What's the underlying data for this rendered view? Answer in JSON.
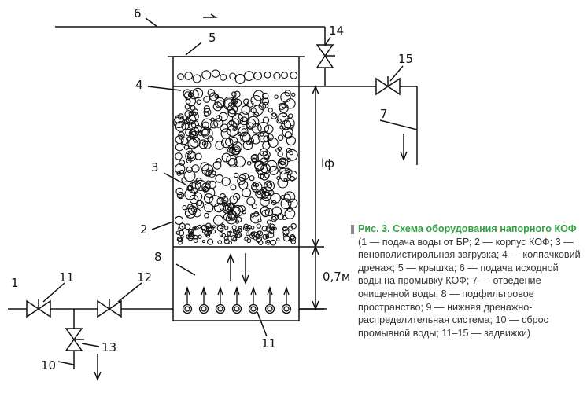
{
  "labels": {
    "n1": "1",
    "n2": "2",
    "n3": "3",
    "n4": "4",
    "n5": "5",
    "n6": "6",
    "n7": "7",
    "n8": "8",
    "n10": "10",
    "n11a": "11",
    "n11b": "11",
    "n12": "12",
    "n13": "13",
    "n14": "14",
    "n15": "15",
    "lf": "lф",
    "h07": "0,7м"
  },
  "caption": {
    "title": "Рис. 3. Схема оборудования напорного КОФ",
    "body": " (1 — подача воды от БР; 2 — корпус КОФ; 3 — пенополистирольная загрузка; 4 — колпачковий дренаж; 5 — крышка; 6 — подача исходной воды на промывку КОФ; 7 — отведение очищенной воды; 8 — подфильтровое пространство; 9 — нижняя дренажно-распределительная система; 10 — сброс промывной воды; 11–15 — задвижки)"
  },
  "colors": {
    "line": "#111111",
    "title": "#35a046",
    "text": "#333333"
  }
}
